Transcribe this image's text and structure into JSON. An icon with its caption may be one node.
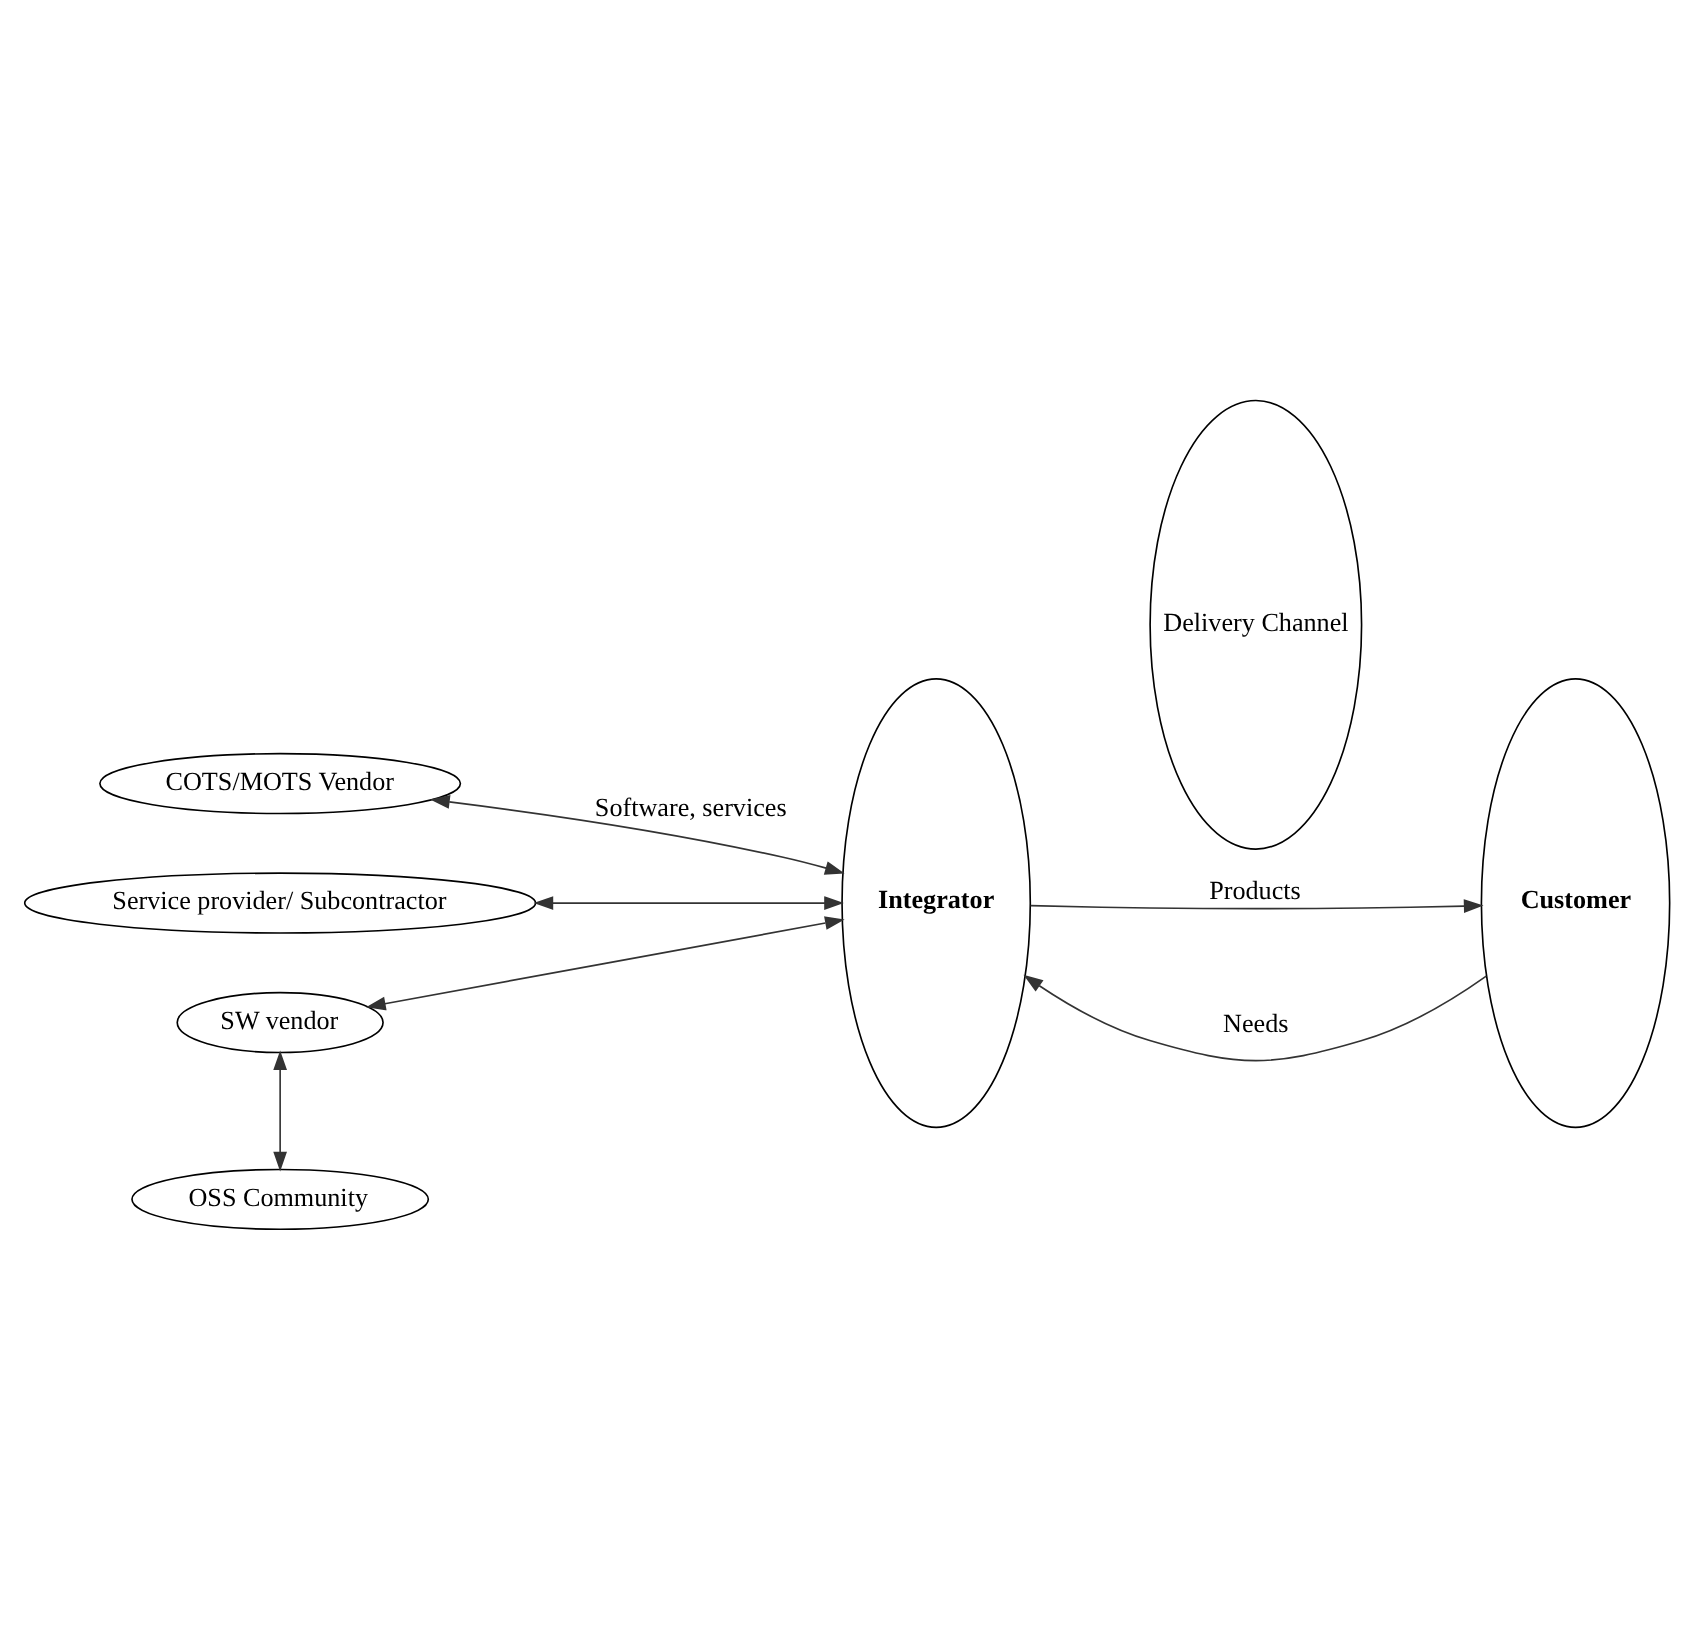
{
  "diagram": {
    "nodes": [
      {
        "text": [
          "COTS/MOTS Vendor"
        ]
      },
      {
        "text": [
          "Service provider/ Subcontractor"
        ]
      },
      {
        "text": [
          "SW vendor"
        ]
      },
      {
        "text": [
          "OSS Community"
        ]
      },
      {
        "text": [
          "Integrator"
        ]
      },
      {
        "text": [
          "Delivery Channel"
        ]
      },
      {
        "text": [
          "Customer"
        ]
      }
    ],
    "edges": [
      {
        "from": 0,
        "to": 4,
        "arrow": "both",
        "label": "Software, services"
      },
      {
        "from": 1,
        "to": 4,
        "arrow": "both"
      },
      {
        "from": 2,
        "to": 4,
        "arrow": "both"
      },
      {
        "from": 2,
        "to": 3,
        "arrow": "both"
      },
      {
        "from": 6,
        "to": 4,
        "arrow": "to",
        "label": "Needs"
      },
      {
        "from": 4,
        "to": 6,
        "arrow": "to",
        "label": "Products"
      }
    ]
  }
}
